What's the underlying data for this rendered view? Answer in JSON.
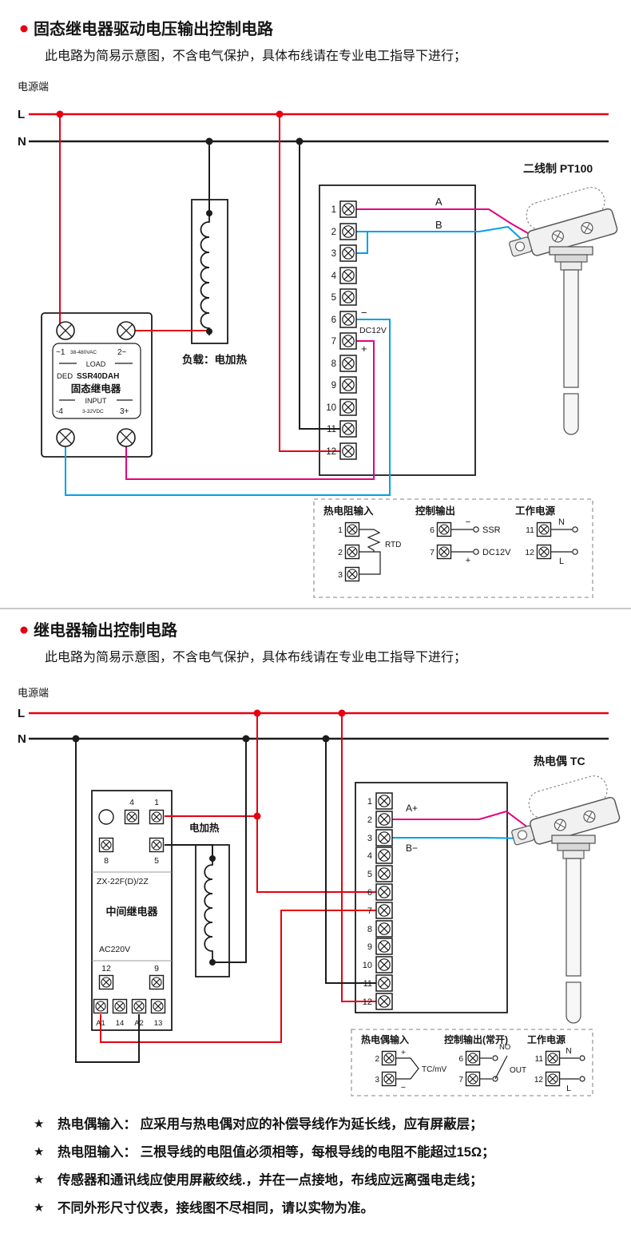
{
  "s1": {
    "title": "固态继电器驱动电压输出控制电路",
    "subtitle": "此电路为简易示意图，不含电气保护，具体布线请在专业电工指导下进行；",
    "power": "电源端",
    "L": "L",
    "N": "N",
    "ssr": {
      "ac_l": "~1",
      "ac_mid": "38-480VAC",
      "ac_r": "2~",
      "load": "LOAD",
      "ded": "DED",
      "model": "SSR40DAH",
      "name": "固态继电器",
      "input": "INPUT",
      "dc_l": "-4",
      "dc_mid": "3-32VDC",
      "dc_r": "3+"
    },
    "load_label": "负载：电加热",
    "terminals": [
      "1",
      "2",
      "3",
      "4",
      "5",
      "6",
      "7",
      "8",
      "9",
      "10",
      "11",
      "12"
    ],
    "wire_a": "A",
    "wire_b": "B",
    "minus": "−",
    "dc12v": "DC12V",
    "plus": "+",
    "sensor": "二线制 PT100",
    "legend": {
      "g1": {
        "title": "热电阻输入",
        "t1": "1",
        "t2": "2",
        "t3": "3",
        "rtd": "RTD"
      },
      "g2": {
        "title": "控制输出",
        "t1": "6",
        "t2": "7",
        "minus": "−",
        "plus": "+",
        "ssr": "SSR",
        "dc": "DC12V"
      },
      "g3": {
        "title": "工作电源",
        "t1": "11",
        "t2": "12",
        "n": "N",
        "l": "L"
      }
    }
  },
  "s2": {
    "title": "继电器输出控制电路",
    "subtitle": "此电路为简易示意图，不含电气保护，具体布线请在专业电工指导下进行；",
    "power": "电源端",
    "L": "L",
    "N": "N",
    "relay": {
      "t4": "4",
      "t1": "1",
      "t8": "8",
      "t5": "5",
      "model": "ZX-22F(D)/2Z",
      "name": "中间继电器",
      "coil": "AC220V",
      "t12": "12",
      "t9": "9",
      "a1": "A1",
      "t14": "14",
      "a2": "A2",
      "t13": "13"
    },
    "load_label": "电加热",
    "terminals": [
      "1",
      "2",
      "3",
      "4",
      "5",
      "6",
      "7",
      "8",
      "9",
      "10",
      "11",
      "12"
    ],
    "wire_a": "A+",
    "wire_b": "B−",
    "sensor": "热电偶 TC",
    "legend": {
      "g1": {
        "title": "热电偶输入",
        "t1": "2",
        "t2": "3",
        "plus": "+",
        "minus": "−",
        "tc": "TC/mV"
      },
      "g2": {
        "title": "控制输出(常开)",
        "t1": "6",
        "t2": "7",
        "no": "NO",
        "out": "OUT"
      },
      "g3": {
        "title": "工作电源",
        "t1": "11",
        "t2": "12",
        "n": "N",
        "l": "L"
      }
    }
  },
  "notes": {
    "star": "★",
    "n1": "热电偶输入： 应采用与热电偶对应的补偿导线作为延长线，应有屏蔽层；",
    "n2": "热电阻输入： 三根导线的电阻值必须相等，每根导线的电阻不能超过15Ω；",
    "n3": "传感器和通讯线应使用屏蔽绞线.，并在一点接地，布线应远离强电走线；",
    "n4": "不同外形尺寸仪表，接线图不尽相同，请以实物为准。"
  }
}
